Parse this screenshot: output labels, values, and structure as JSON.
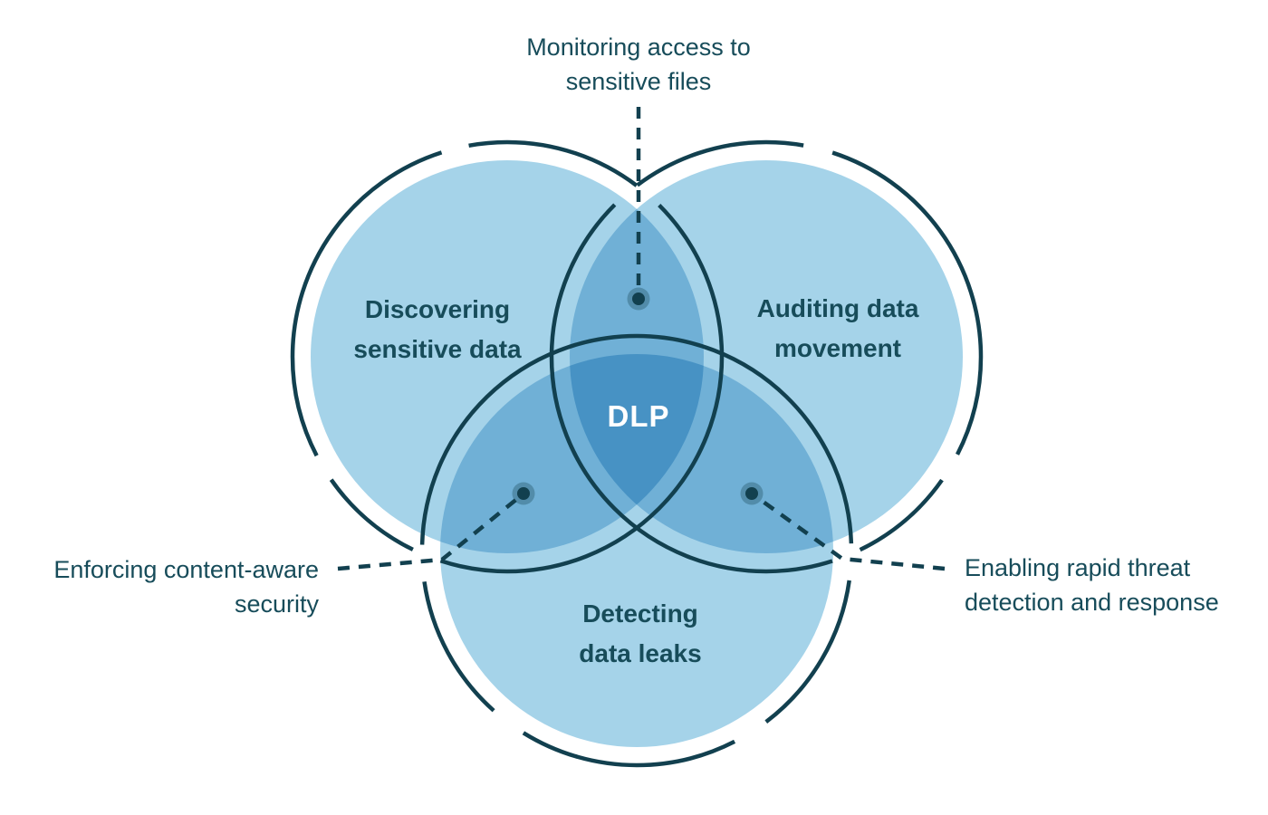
{
  "diagram": {
    "type": "venn",
    "title_center": "DLP",
    "circles": [
      {
        "id": "discovering",
        "title_line1": "Discovering",
        "title_line2": "sensitive data"
      },
      {
        "id": "auditing",
        "title_line1": "Auditing data",
        "title_line2": "movement"
      },
      {
        "id": "detecting",
        "title_line1": "Detecting",
        "title_line2": "data leaks"
      }
    ],
    "annotations": [
      {
        "id": "top",
        "line1": "Monitoring access to",
        "line2": "sensitive files"
      },
      {
        "id": "left",
        "line1": "Enforcing content-aware",
        "line2": "security"
      },
      {
        "id": "right",
        "line1": "Enabling rapid threat",
        "line2": "detection and response"
      }
    ],
    "colors": {
      "circle_fill": "#A5D3E9",
      "overlap_two": "#70B0D6",
      "overlap_three": "#4792C4",
      "outline": "#12404F",
      "dot_halo": "rgba(18,64,79,0.32)",
      "text": "#174C5A",
      "center_text": "#FFFFFF"
    }
  }
}
